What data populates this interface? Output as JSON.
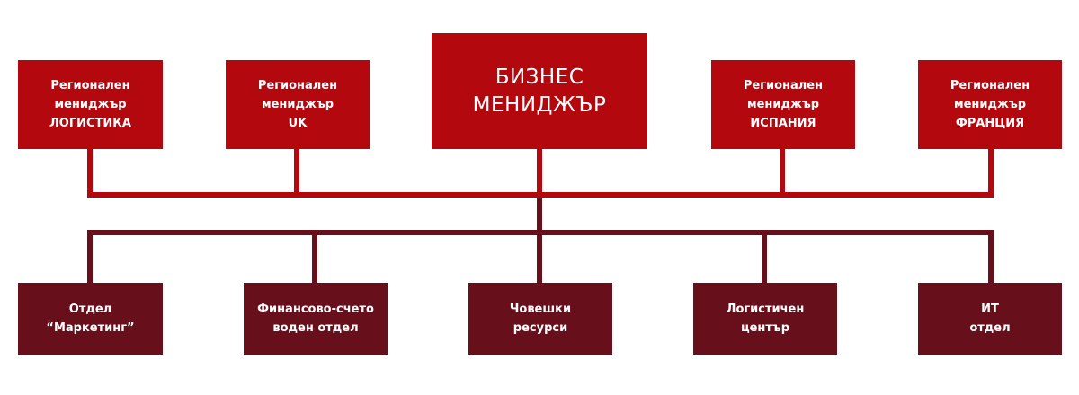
{
  "colors": {
    "top_level": "#b4080f",
    "bottom_level": "#680f1c",
    "background": "#ffffff"
  },
  "root": {
    "line1": "БИЗНЕС",
    "line2": "МЕНИДЖЪР"
  },
  "regional_managers": [
    {
      "line1": "Регионален",
      "line2": "мениджър",
      "line3": "ЛОГИСТИКА"
    },
    {
      "line1": "Регионален",
      "line2": "мениджър",
      "line3": "UK"
    },
    {
      "line1": "Регионален",
      "line2": "мениджър",
      "line3": "ИСПАНИЯ"
    },
    {
      "line1": "Регионален",
      "line2": "мениджър",
      "line3": "ФРАНЦИЯ"
    }
  ],
  "departments": [
    {
      "line1": "Отдел",
      "line2": "“Маркетинг”"
    },
    {
      "line1": "Финансово-счето",
      "line2": "воден отдел"
    },
    {
      "line1": "Човешки",
      "line2": "ресурси"
    },
    {
      "line1": "Логистичен",
      "line2": "център"
    },
    {
      "line1": "ИТ",
      "line2": "отдел"
    }
  ]
}
